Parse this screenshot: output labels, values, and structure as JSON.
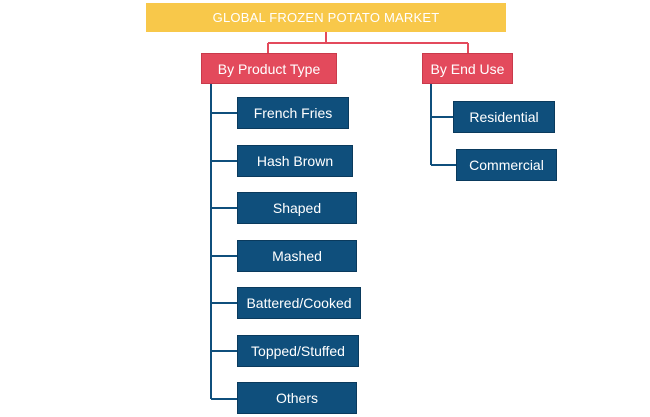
{
  "diagram": {
    "root": "GLOBAL FROZEN POTATO MARKET",
    "categories": [
      {
        "label": "By Product Type",
        "items": [
          "French Fries",
          "Hash Brown",
          "Shaped",
          "Mashed",
          "Battered/Cooked",
          "Topped/Stuffed",
          "Others"
        ]
      },
      {
        "label": "By End Use",
        "items": [
          "Residential",
          "Commercial"
        ]
      }
    ]
  },
  "colors": {
    "root_fill": "#f8c84a",
    "category_fill": "#e34a5c",
    "leaf_fill": "#0f4f7c",
    "root_connector": "#e34a5c",
    "leaf_connector": "#0f4f7c",
    "text": "#ffffff"
  }
}
